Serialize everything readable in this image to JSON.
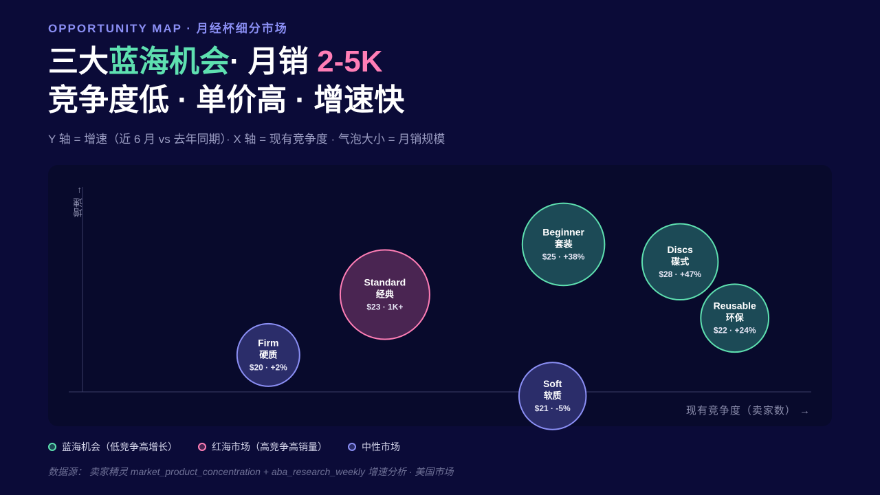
{
  "header": {
    "eyebrow": "OPPORTUNITY MAP · 月经杯细分市场",
    "title_l1_a": "三大",
    "title_l1_b": "蓝海机会",
    "title_l1_c": "· 月销 ",
    "title_l1_d": "2-5K",
    "title_l2": "竞争度低 · 单价高 · 增速快",
    "subtitle": "Y 轴 = 增速（近 6 月 vs 去年同期）· X 轴 = 现有竞争度 · 气泡大小 = 月销规模"
  },
  "chart_data": {
    "type": "scatter",
    "ylabel": "增速 →",
    "xlabel": "现有竞争度（卖家数） →",
    "points": [
      {
        "id": "firm",
        "name": "Firm",
        "cn": "硬质",
        "meta": "$20 · +2%",
        "group": "neutral",
        "x": 0.255,
        "y": 0.18,
        "size": 0.7
      },
      {
        "id": "standard",
        "name": "Standard",
        "cn": "经典",
        "meta": "$23 · 1K+",
        "group": "red",
        "x": 0.415,
        "y": 0.475,
        "size": 1.0
      },
      {
        "id": "soft",
        "name": "Soft",
        "cn": "软质",
        "meta": "$21 · -5%",
        "group": "neutral",
        "x": 0.645,
        "y": -0.02,
        "size": 0.75
      },
      {
        "id": "beginner",
        "name": "Beginner",
        "cn": "套装",
        "meta": "$25 · +38%",
        "group": "blue",
        "x": 0.66,
        "y": 0.72,
        "size": 0.92
      },
      {
        "id": "discs",
        "name": "Discs",
        "cn": "碟式",
        "meta": "$28 · +47%",
        "group": "blue",
        "x": 0.82,
        "y": 0.635,
        "size": 0.85
      },
      {
        "id": "reusable",
        "name": "Reusable",
        "cn": "环保",
        "meta": "$22 · +24%",
        "group": "blue",
        "x": 0.895,
        "y": 0.36,
        "size": 0.76
      }
    ]
  },
  "colors": {
    "blue": {
      "fill": "#1c4a56",
      "stroke": "#5ee0b0"
    },
    "red": {
      "fill": "#4a2552",
      "stroke": "#ff7eb6"
    },
    "neutral": {
      "fill": "#2b2d6a",
      "stroke": "#8b8ff5"
    }
  },
  "legend": [
    {
      "label": "蓝海机会（低竞争高增长）",
      "group": "blue"
    },
    {
      "label": "红海市场（高竞争高销量）",
      "group": "red"
    },
    {
      "label": "中性市场",
      "group": "neutral"
    }
  ],
  "source": "数据源： 卖家精灵 market_product_concentration + aba_research_weekly 增速分析 · 美国市场"
}
